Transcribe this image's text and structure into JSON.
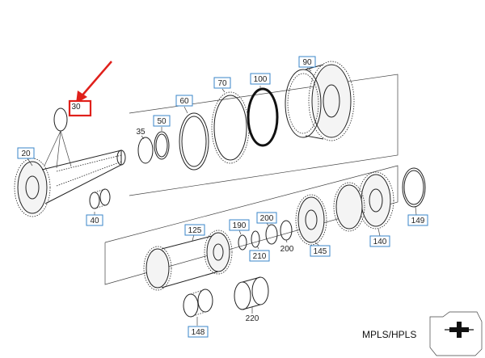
{
  "diagram": {
    "model_label": "MPLS/HPLS",
    "highlight_color": "#e0201b",
    "label_border_color": "#3a86c8",
    "labels": {
      "p20": "20",
      "p30": "30",
      "p35": "35",
      "p40": "40",
      "p50": "50",
      "p60": "60",
      "p70": "70",
      "p90": "90",
      "p100": "100",
      "p125": "125",
      "p140": "140",
      "p145": "145",
      "p148": "148",
      "p149": "149",
      "p190": "190",
      "p200a": "200",
      "p200b": "200",
      "p210": "210",
      "p220": "220"
    }
  }
}
